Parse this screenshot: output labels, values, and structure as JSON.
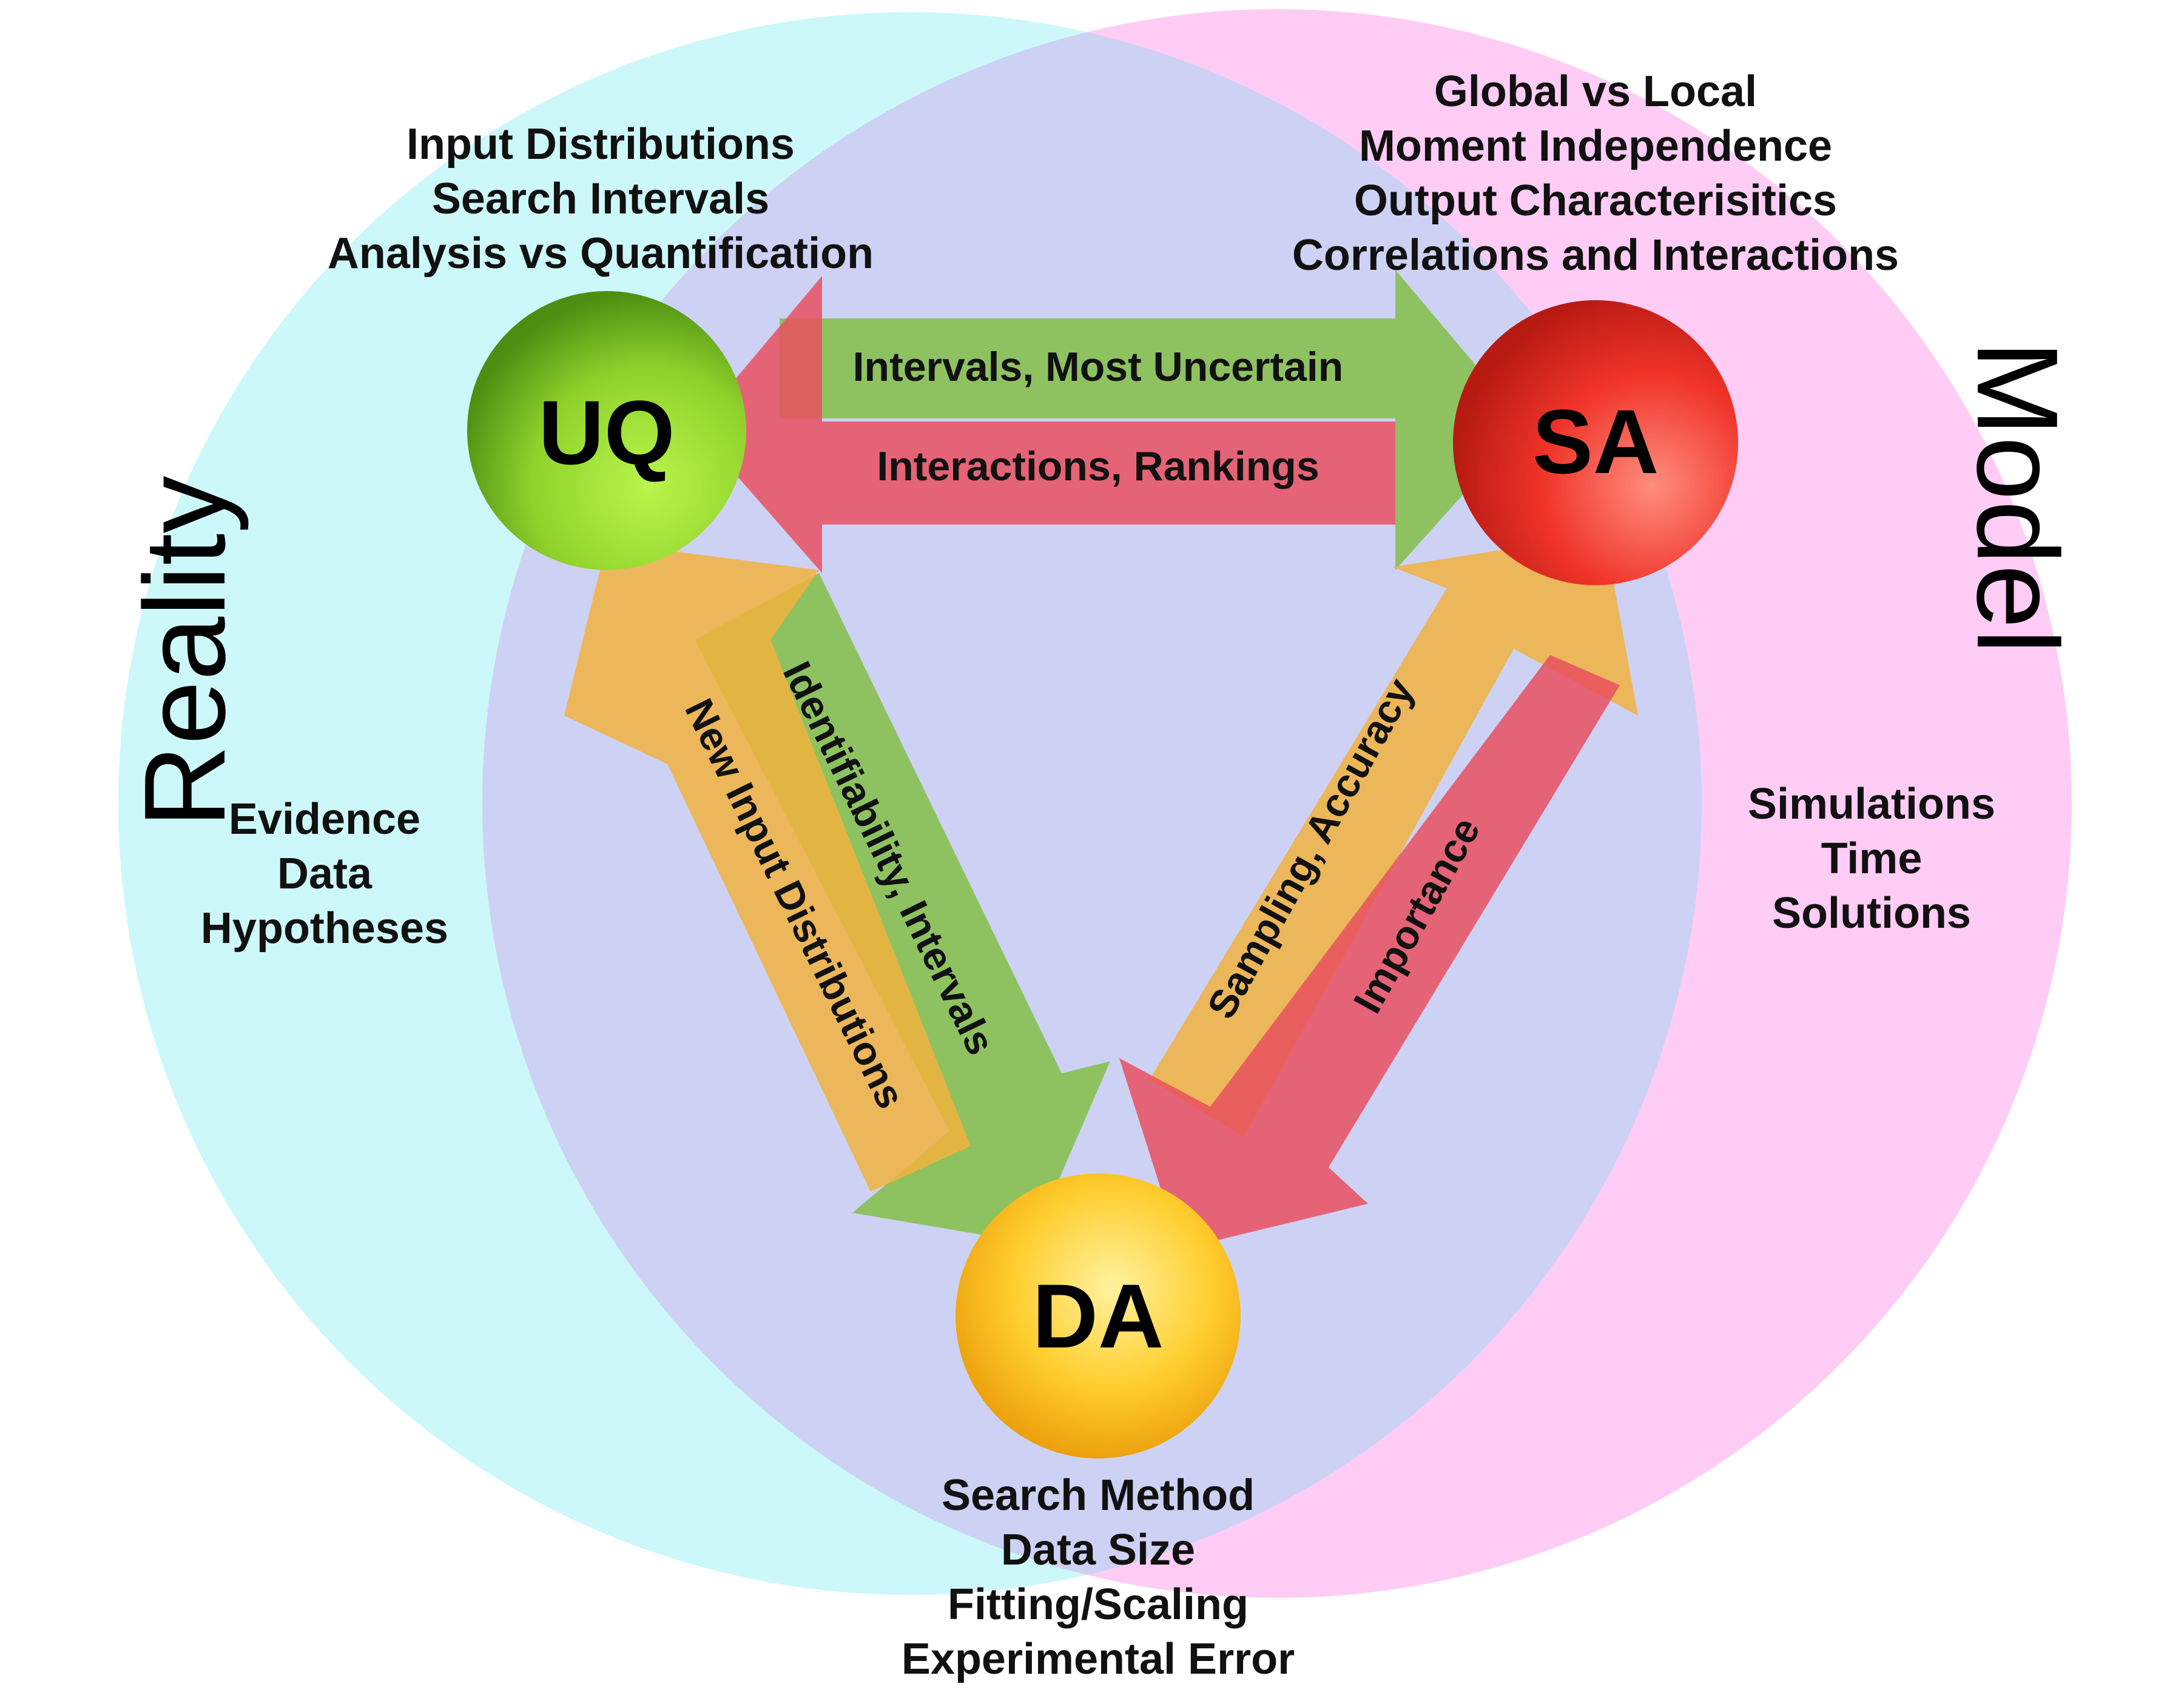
{
  "regions": {
    "reality": "Reality",
    "model": "Model"
  },
  "nodes": {
    "uq": {
      "label": "UQ",
      "color": "#8fd22c"
    },
    "sa": {
      "label": "SA",
      "color": "#f0342a"
    },
    "da": {
      "label": "DA",
      "color": "#f7b517"
    }
  },
  "notes": {
    "uq": [
      "Input Distributions",
      "Search Intervals",
      "Analysis vs Quantification"
    ],
    "sa": [
      "Global vs Local",
      "Moment Independence",
      "Output Characterisitics",
      "Correlations and Interactions"
    ],
    "da": [
      "Search Method",
      "Data Size",
      "Fitting/Scaling",
      "Experimental Error"
    ],
    "reality": [
      "Evidence",
      "Data",
      "Hypotheses"
    ],
    "model": [
      "Simulations",
      "Time",
      "Solutions"
    ]
  },
  "arrows": {
    "uq_to_sa": "Intervals, Most Uncertain",
    "sa_to_uq": "Interactions, Rankings",
    "uq_to_da": "Identifiability, Intervals",
    "da_to_uq": "New Input Distributions",
    "da_to_sa": "Sampling, Accuracy",
    "sa_to_da": "Importance"
  },
  "colors": {
    "reality_circle": "#bff6f8",
    "model_circle": "#ffbff3",
    "overlap": "#cdd2f4",
    "arrow_green": "#82c046",
    "arrow_red": "#e9505f",
    "arrow_orange": "#f1b33e"
  }
}
